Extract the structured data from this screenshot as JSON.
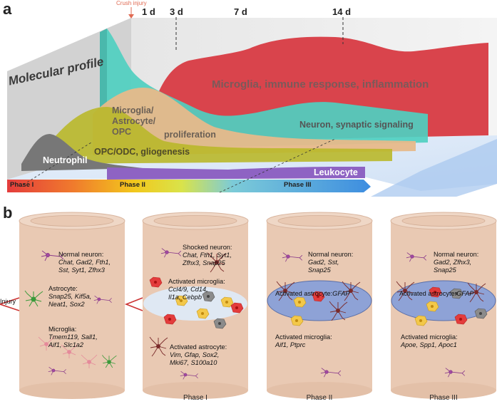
{
  "panel_a": {
    "label": "a",
    "crush_injury": "Crush injury",
    "timepoints": [
      "1 d",
      "3 d",
      "7 d",
      "14 d"
    ],
    "molecular_profile": "Molecular profile",
    "curves": {
      "microglia_immune": "Microglia, immune response, inflammation",
      "proliferation_line1": "Microglia/",
      "proliferation_line2": "Astrocyte/",
      "proliferation_line3": "OPC",
      "proliferation_line4": "proliferation",
      "neuron_synaptic": "Neuron, synaptic signaling",
      "opc_odc": "OPC/ODC, gliogenesis",
      "neutrophil": "Neutrophil",
      "leukocyte": "Leukocyte"
    },
    "phases": [
      "Phase I",
      "Phase II",
      "Phase III"
    ]
  },
  "panel_b": {
    "label": "b",
    "injury": "Injury",
    "columns": [
      {
        "caption": "",
        "blocks": [
          {
            "title": "Normal neuron:",
            "genes": [
              "Chat, Gad2, Fth1,",
              "Sst, Syt1, Zfhx3"
            ]
          },
          {
            "title": "Astrocyte:",
            "genes": [
              "Snap25, Kif5a,",
              "Neat1, Sox2"
            ]
          },
          {
            "title": "Microglia:",
            "genes": [
              "Tmem119, Sall1,",
              "Aif1, Slc1a2"
            ]
          }
        ]
      },
      {
        "caption": "Phase I",
        "blocks": [
          {
            "title": "Shocked neuron:",
            "genes": [
              "Chat, Fth1, Syt1,",
              "Zfhx3, Snap25"
            ]
          },
          {
            "title": "Activated microglia:",
            "genes": [
              "Ccl4/9, Cd14,",
              "Il1a, Cebpb"
            ]
          },
          {
            "title": "Activated astrocyte:",
            "genes": [
              "Vim, Gfap, Sox2,",
              "Mki67, S100a10"
            ]
          }
        ]
      },
      {
        "caption": "Phase II",
        "blocks": [
          {
            "title": "Normal neuron:",
            "genes": [
              "Gad2, Sst,",
              "Snap25"
            ]
          },
          {
            "title": "Activated astrocyte:",
            "genes": [
              "GFAP"
            ]
          },
          {
            "title": "Activated microglia:",
            "genes": [
              "Aif1, Ptprc"
            ]
          }
        ]
      },
      {
        "caption": "Phase III",
        "blocks": [
          {
            "title": "Normal neuron:",
            "genes": [
              "Gad2, Zfhx3,",
              "Snap25"
            ]
          },
          {
            "title": "Activated astrocyte:",
            "genes": [
              "GFAP"
            ]
          },
          {
            "title": "Activated microglia:",
            "genes": [
              "Apoe, Spp1, Apoc1"
            ]
          }
        ]
      }
    ]
  },
  "colors": {
    "microglia": "#d9444c",
    "neuron": "#4fcfc0",
    "proliferation": "#e7b98a",
    "opc": "#b9b82a",
    "neutrophil": "#777777",
    "leukocyte": "#8e63c3",
    "cylinder": "#e9c9b3",
    "lesion_blue": "#8ea2d6",
    "lesion_light": "#dfe8f3"
  }
}
